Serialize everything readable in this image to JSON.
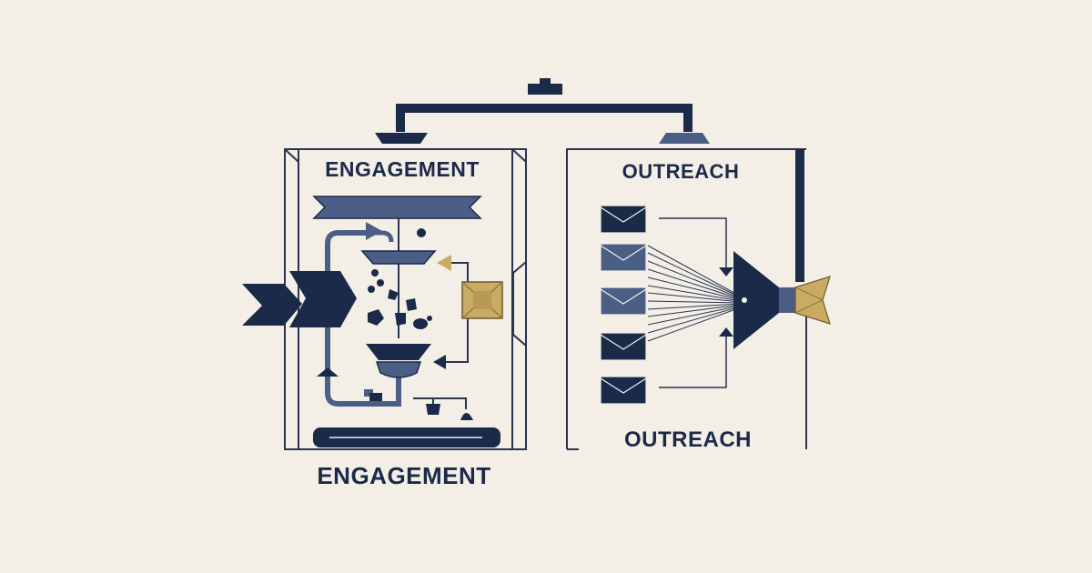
{
  "diagram": {
    "engagement": {
      "title_top": "ENGAGEMENT",
      "title_bottom": "ENGAGEMENT"
    },
    "outreach": {
      "title_top": "OUTREACH",
      "title_bottom": "OUTREACH"
    },
    "icons": {
      "input_arrow": "double-chevron-arrow-icon",
      "funnel": "funnel-icon",
      "speaker": "speaker-icon",
      "megaphone": "megaphone-icon",
      "envelope": "envelope-icon"
    },
    "colors": {
      "background": "#f3efe7",
      "navy": "#1b2a49",
      "slate": "#4a5e86",
      "gold": "#c9ab64",
      "line": "#2a3450"
    }
  }
}
